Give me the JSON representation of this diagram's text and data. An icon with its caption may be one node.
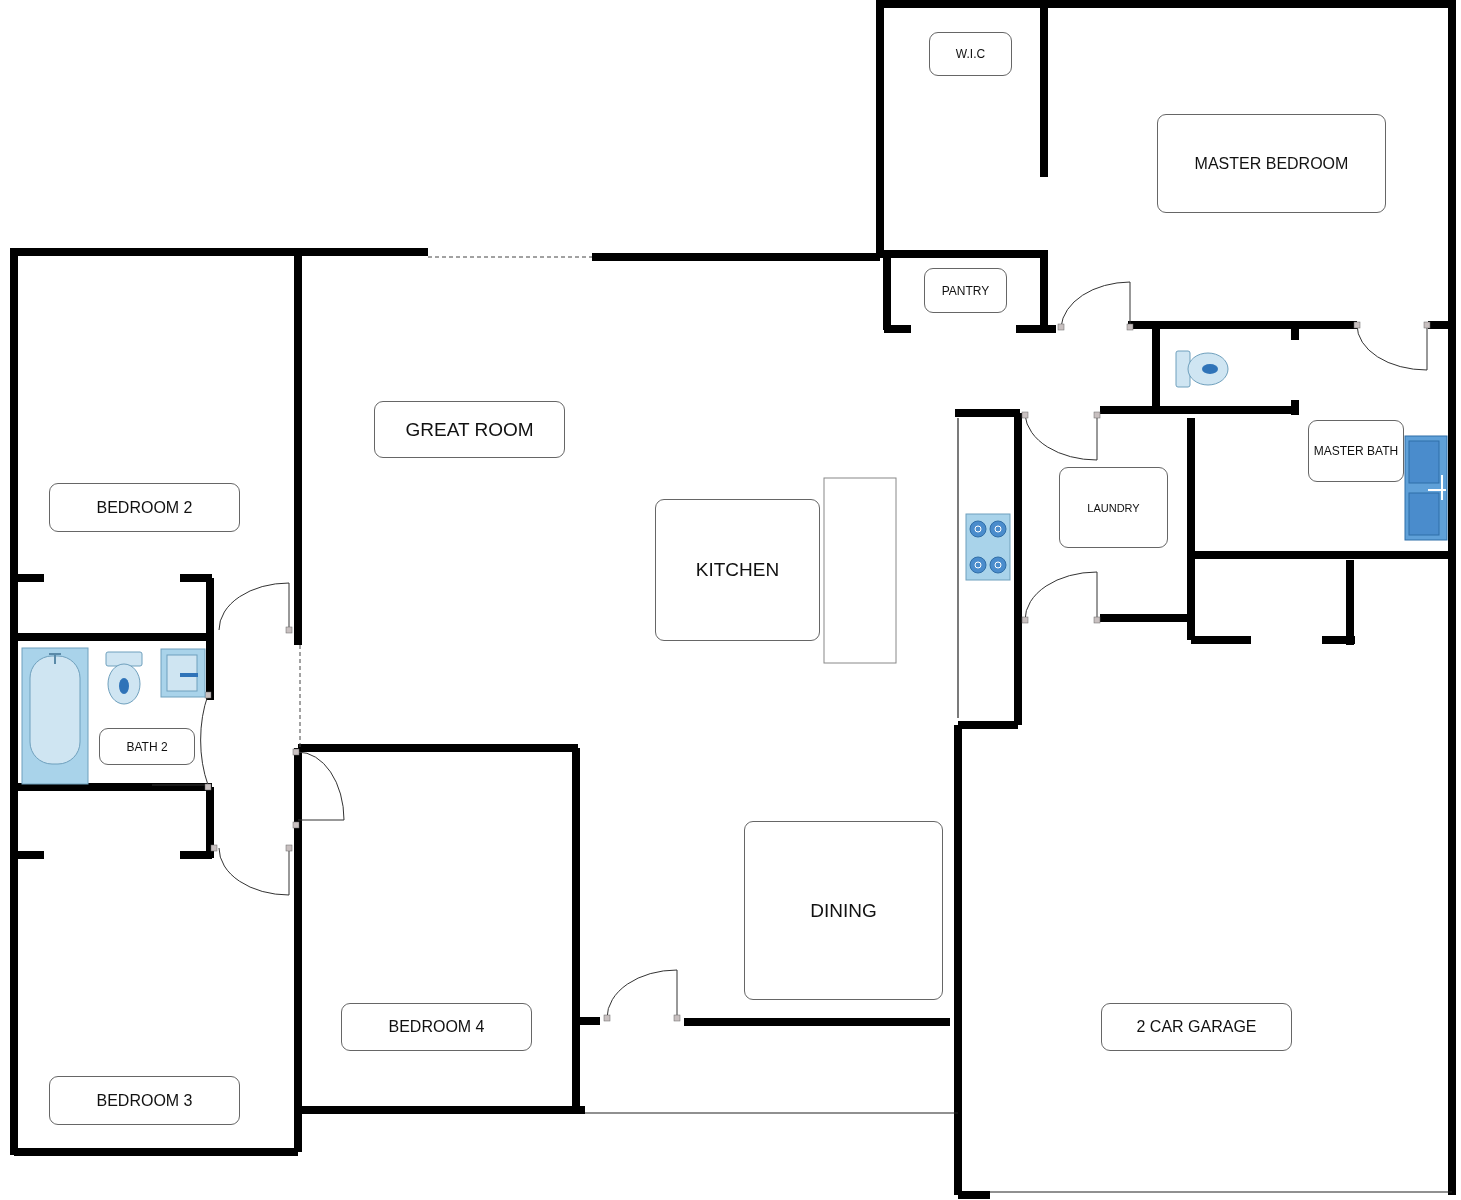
{
  "diagram": {
    "nodes": [
      {
        "text": [
          "W.I.C"
        ]
      },
      {
        "text": [
          "MASTER BEDROOM"
        ]
      },
      {
        "text": [
          "PANTRY"
        ]
      },
      {
        "text": [
          "GREAT ROOM"
        ]
      },
      {
        "text": [
          "MASTER BATH"
        ]
      },
      {
        "text": [
          "LAUNDRY"
        ]
      },
      {
        "text": [
          "BEDROOM 2"
        ]
      },
      {
        "text": [
          "KITCHEN"
        ]
      },
      {
        "text": [
          "BATH 2"
        ]
      },
      {
        "text": [
          "DINING"
        ]
      },
      {
        "text": [
          "BEDROOM 4"
        ]
      },
      {
        "text": [
          "2 CAR GARAGE"
        ]
      },
      {
        "text": [
          "BEDROOM 3"
        ]
      }
    ]
  }
}
